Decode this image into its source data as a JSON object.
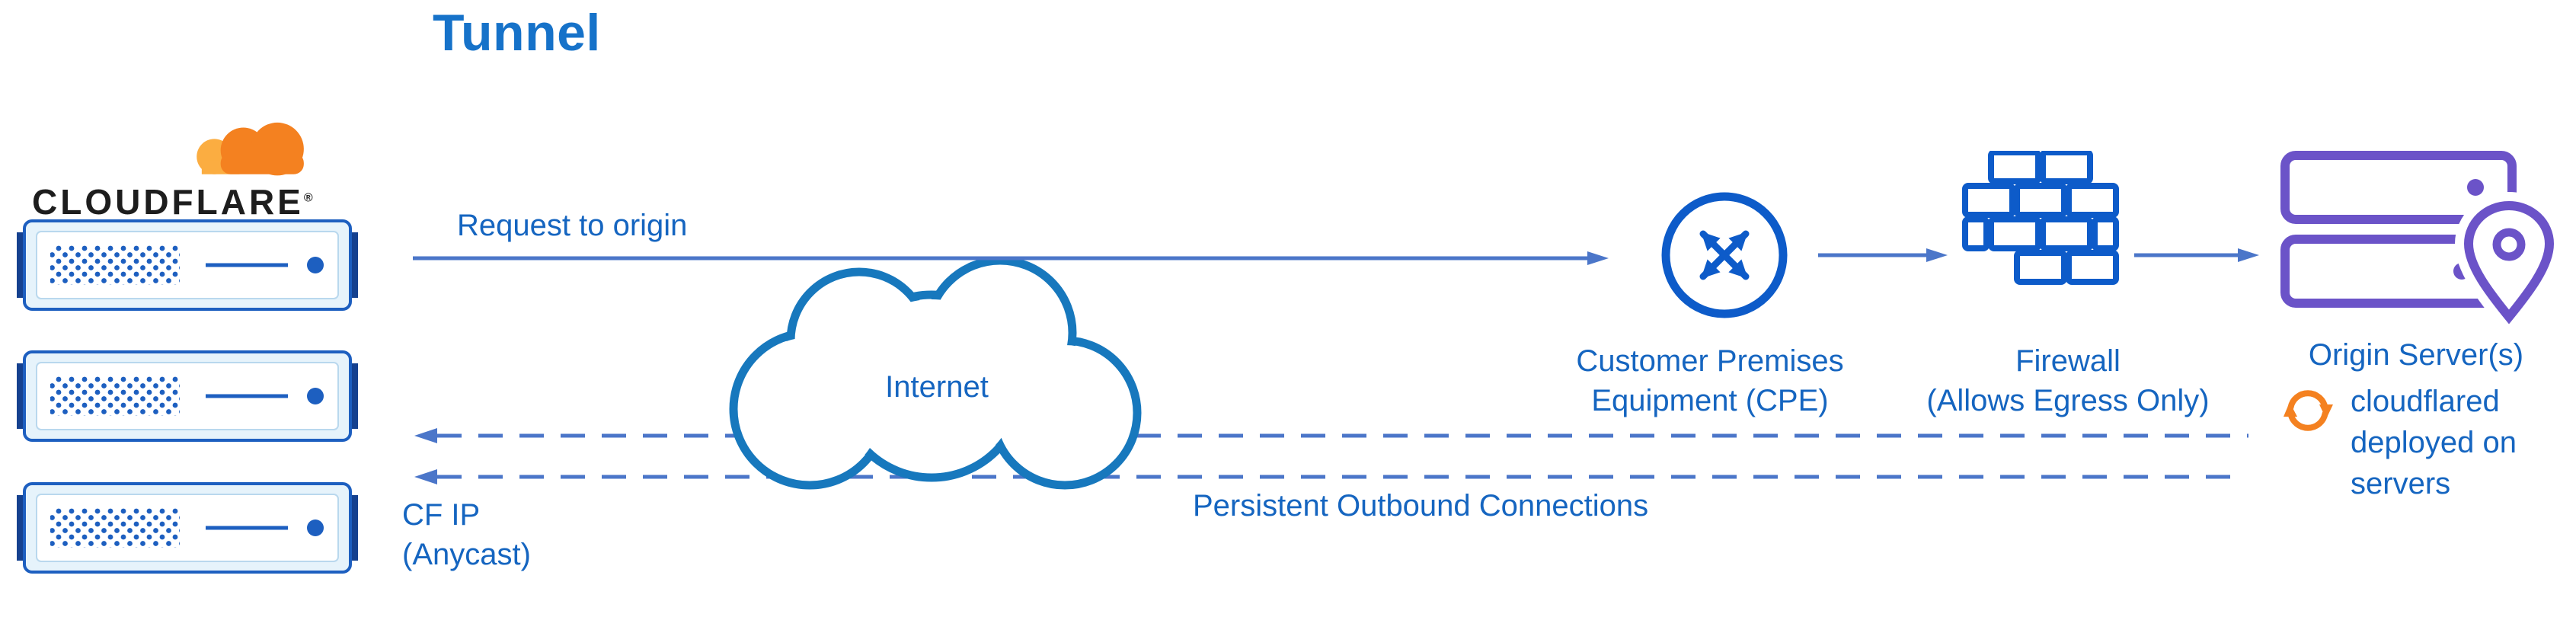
{
  "title": "Tunnel",
  "logo": {
    "brand": "CLOUDFLARE",
    "registered": "®"
  },
  "labels": {
    "request": "Request to origin",
    "internet": "Internet",
    "persistent": "Persistent Outbound Connections",
    "cf_ip": "CF IP\n(Anycast)",
    "cpe": "Customer Premises\nEquipment (CPE)",
    "firewall": "Firewall\n(Allows Egress Only)",
    "origin": "Origin Server(s)",
    "cloudflared": "cloudflared\ndeployed on\nservers"
  },
  "colors": {
    "title-blue": "#1672c9",
    "text-blue": "#1565c0",
    "arrow-blue": "#4b76c9",
    "cloud-blue": "#1778bd",
    "icon-blue": "#0d5bc9",
    "server-blue": "#1d5fc0",
    "server-navy": "#15418f",
    "purple": "#6b53c8",
    "orange": "#f48120",
    "orange-light": "#fbad41",
    "brand-black": "#1d1d1d"
  },
  "icons": [
    "cloudflare-logo-icon",
    "edge-server-icon",
    "internet-cloud-icon",
    "cpe-router-icon",
    "firewall-icon",
    "origin-servers-icon",
    "location-pin-icon",
    "sync-icon",
    "solid-arrow-right-icon",
    "dashed-arrow-left-icon"
  ]
}
